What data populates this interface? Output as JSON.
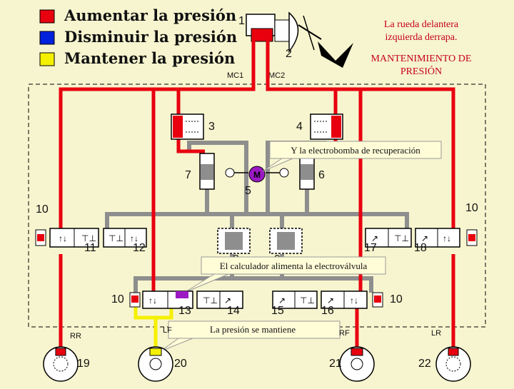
{
  "legend": {
    "items": [
      {
        "label": "Aumentar la presión",
        "color": "#e8000f"
      },
      {
        "label": "Disminuir la presión",
        "color": "#0022dd"
      },
      {
        "label": "Mantener la presión",
        "color": "#f4f000"
      }
    ]
  },
  "notes": {
    "line1": "La rueda delantera",
    "line2": "izquierda derrapa.",
    "mode1": "MANTENIMIENTO DE",
    "mode2": "PRESIÓN"
  },
  "callouts": {
    "pump": "Y la electrobomba de recuperación",
    "calc": "El calculador alimenta la electroválvula",
    "hold": "La presión se mantiene"
  },
  "labels": {
    "n1": "1",
    "n2": "2",
    "n3": "3",
    "n4": "4",
    "n5": "5",
    "n6": "6",
    "n7": "7",
    "n8": "8",
    "n9": "9",
    "n10a": "10",
    "n10b": "10",
    "n10c": "10",
    "n10d": "10",
    "n11": "11",
    "n12": "12",
    "n13": "13",
    "n14": "14",
    "n15": "15",
    "n16": "16",
    "n17": "17",
    "n18": "18",
    "n19": "19",
    "n20": "20",
    "n21": "21",
    "n22": "22",
    "mc1": "MC1",
    "mc2": "MC2",
    "rr": "RR",
    "lf": "LF",
    "rf": "RF",
    "lr": "LR",
    "motor": "M"
  },
  "colors": {
    "pressure_up": "#e8000f",
    "pressure_down": "#0022dd",
    "pressure_hold": "#f4f000",
    "return_line": "#8e8e8e",
    "motor": "#9b19c4"
  }
}
